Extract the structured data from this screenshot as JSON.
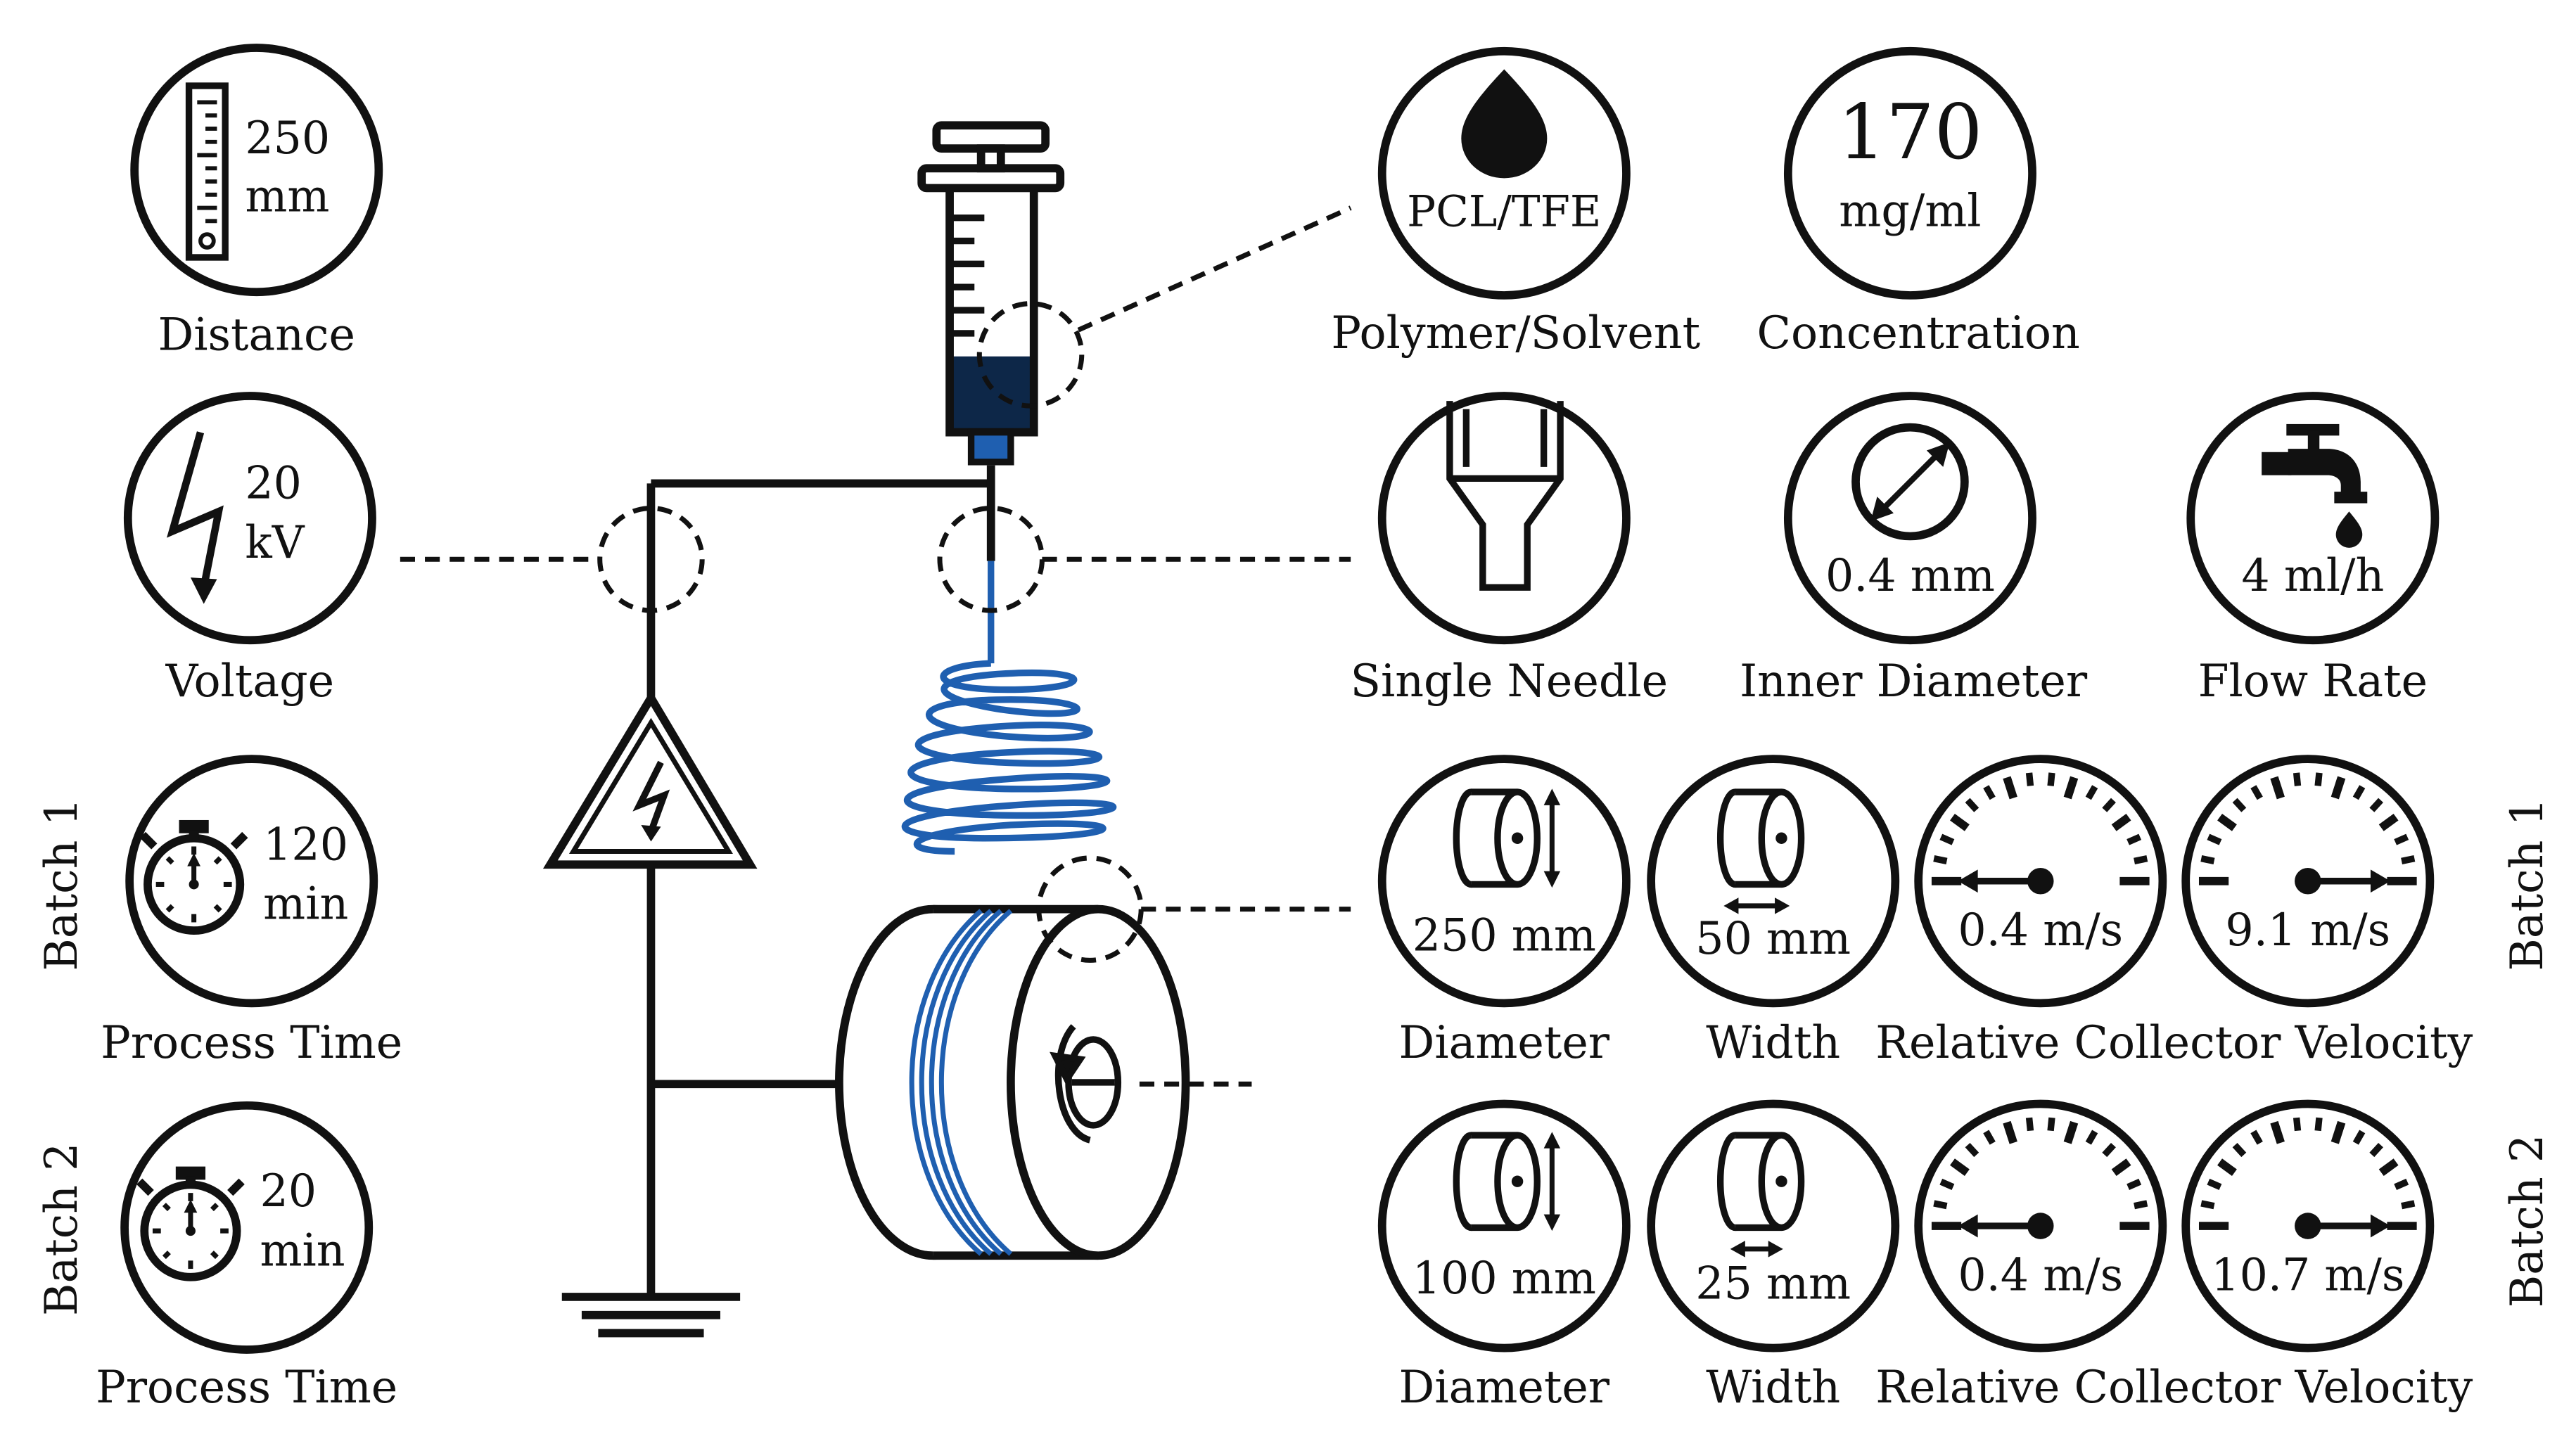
{
  "colors": {
    "ink": "#111111",
    "fiber_blue": "#1f5fb0",
    "liquid_dark": "#0d2748",
    "background": "#ffffff"
  },
  "setup": {
    "distance": {
      "line1": "250",
      "line2": "mm",
      "caption": "Distance",
      "icon": "ruler-icon"
    },
    "voltage": {
      "line1": "20",
      "line2": "kV",
      "caption": "Voltage",
      "icon": "lightning-icon"
    },
    "polymer_solvent": {
      "value": "PCL/TFE",
      "caption": "Polymer/Solvent",
      "icon": "drop-icon"
    },
    "concentration": {
      "value": "170",
      "unit": "mg/ml",
      "caption": "Concentration"
    },
    "single_needle": {
      "caption": "Single Needle",
      "icon": "needle-icon"
    },
    "inner_diameter": {
      "value": "0.4 mm",
      "caption": "Inner Diameter",
      "icon": "diameter-gauge-icon"
    },
    "flow_rate": {
      "value": "4 ml/h",
      "caption": "Flow Rate",
      "icon": "faucet-icon"
    }
  },
  "batches": [
    {
      "label": "Batch 1",
      "process_time": {
        "line1": "120",
        "line2": "min",
        "caption": "Process Time"
      },
      "diameter": {
        "value": "250 mm",
        "caption": "Diameter"
      },
      "width": {
        "value": "50 mm",
        "caption": "Width"
      },
      "velocity_left": "0.4 m/s",
      "velocity_right": "9.1 m/s",
      "velocity_caption": "Relative Collector Velocity"
    },
    {
      "label": "Batch 2",
      "process_time": {
        "line1": "20",
        "line2": "min",
        "caption": "Process Time"
      },
      "diameter": {
        "value": "100 mm",
        "caption": "Diameter"
      },
      "width": {
        "value": "25 mm",
        "caption": "Width"
      },
      "velocity_left": "0.4 m/s",
      "velocity_right": "10.7 m/s",
      "velocity_caption": "Relative Collector Velocity"
    }
  ],
  "icons": [
    "syringe-icon",
    "high-voltage-warning-icon",
    "ground-icon",
    "drum-collector-icon",
    "rotation-icon",
    "stopwatch-icon",
    "cylinder-diameter-icon",
    "cylinder-width-icon",
    "speed-gauge-icon"
  ]
}
